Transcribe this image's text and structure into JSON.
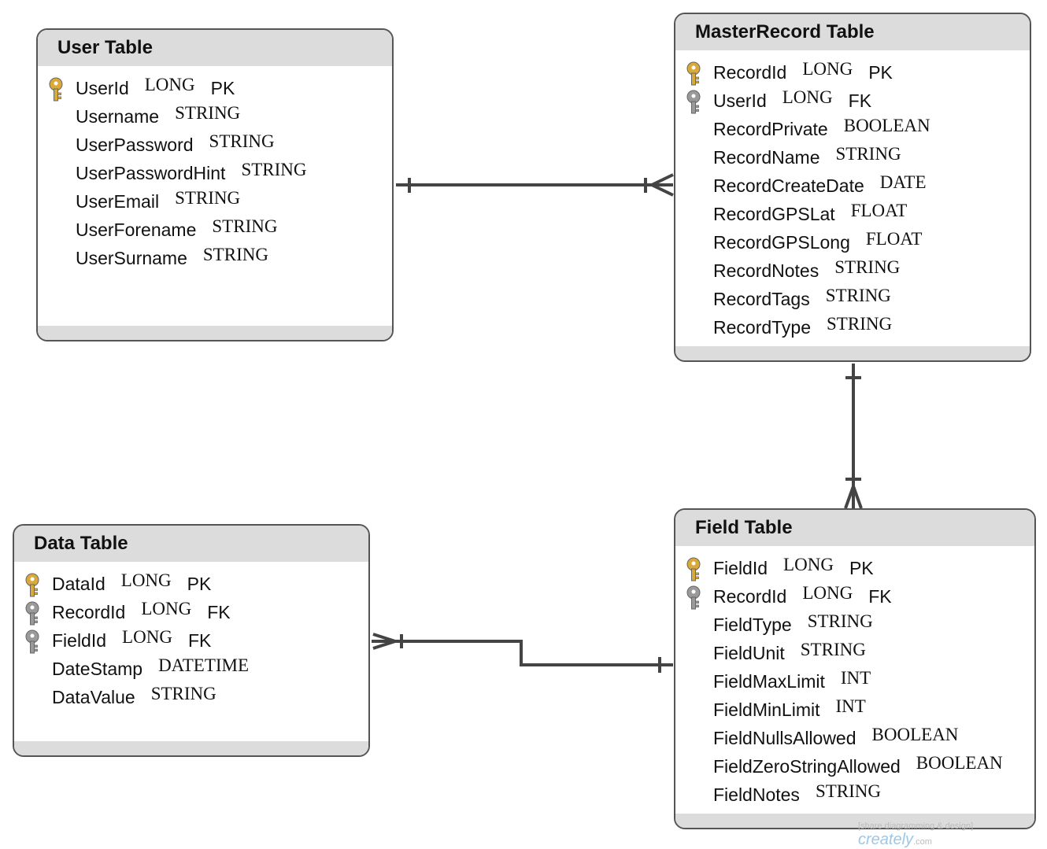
{
  "entities": {
    "user": {
      "title": "User Table",
      "fields": [
        {
          "name": "UserId",
          "type": "LONG",
          "key": "PK"
        },
        {
          "name": "Username",
          "type": "STRING",
          "key": ""
        },
        {
          "name": "UserPassword",
          "type": "STRING",
          "key": ""
        },
        {
          "name": "UserPasswordHint",
          "type": "STRING",
          "key": ""
        },
        {
          "name": "UserEmail",
          "type": "STRING",
          "key": ""
        },
        {
          "name": "UserForename",
          "type": "STRING",
          "key": ""
        },
        {
          "name": "UserSurname",
          "type": "STRING",
          "key": ""
        }
      ]
    },
    "master": {
      "title": "MasterRecord Table",
      "fields": [
        {
          "name": "RecordId",
          "type": "LONG",
          "key": "PK"
        },
        {
          "name": "UserId",
          "type": "LONG",
          "key": "FK"
        },
        {
          "name": "RecordPrivate",
          "type": "BOOLEAN",
          "key": ""
        },
        {
          "name": "RecordName",
          "type": "STRING",
          "key": ""
        },
        {
          "name": "RecordCreateDate",
          "type": "DATE",
          "key": ""
        },
        {
          "name": "RecordGPSLat",
          "type": "FLOAT",
          "key": ""
        },
        {
          "name": "RecordGPSLong",
          "type": "FLOAT",
          "key": ""
        },
        {
          "name": "RecordNotes",
          "type": "STRING",
          "key": ""
        },
        {
          "name": "RecordTags",
          "type": "STRING",
          "key": ""
        },
        {
          "name": "RecordType",
          "type": "STRING",
          "key": ""
        }
      ]
    },
    "data": {
      "title": "Data Table",
      "fields": [
        {
          "name": "DataId",
          "type": "LONG",
          "key": "PK"
        },
        {
          "name": "RecordId",
          "type": "LONG",
          "key": "FK"
        },
        {
          "name": "FieldId",
          "type": "LONG",
          "key": "FK"
        },
        {
          "name": "DateStamp",
          "type": "DATETIME",
          "key": ""
        },
        {
          "name": "DataValue",
          "type": "STRING",
          "key": ""
        }
      ]
    },
    "field": {
      "title": "Field Table",
      "fields": [
        {
          "name": "FieldId",
          "type": "LONG",
          "key": "PK"
        },
        {
          "name": "RecordId",
          "type": "LONG",
          "key": "FK"
        },
        {
          "name": "FieldType",
          "type": "STRING",
          "key": ""
        },
        {
          "name": "FieldUnit",
          "type": "STRING",
          "key": ""
        },
        {
          "name": "FieldMaxLimit",
          "type": "INT",
          "key": ""
        },
        {
          "name": "FieldMinLimit",
          "type": "INT",
          "key": ""
        },
        {
          "name": "FieldNullsAllowed",
          "type": "BOOLEAN",
          "key": ""
        },
        {
          "name": "FieldZeroStringAllowed",
          "type": "BOOLEAN",
          "key": ""
        },
        {
          "name": "FieldNotes",
          "type": "STRING",
          "key": ""
        }
      ]
    }
  },
  "relationships": [
    {
      "from": "user",
      "to": "master",
      "from_cardinality": "one",
      "to_cardinality": "one-or-many"
    },
    {
      "from": "master",
      "to": "field",
      "from_cardinality": "one",
      "to_cardinality": "one-or-many"
    },
    {
      "from": "field",
      "to": "data",
      "from_cardinality": "one",
      "to_cardinality": "one-or-many"
    }
  ],
  "watermark": {
    "tagline": "[share diagramming & design]",
    "brand": "creately",
    "domain": ".com"
  },
  "colors": {
    "pk_key": "#d9a93a",
    "fk_key": "#9a9a9a",
    "header": "#dcdcdc",
    "line": "#444444"
  }
}
